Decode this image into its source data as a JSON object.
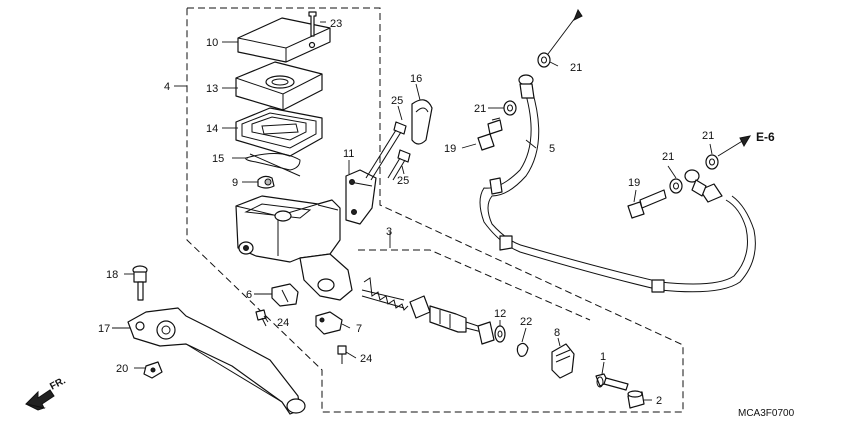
{
  "diagram_code": "MCA3F0700",
  "direction_label": "FR.",
  "ref_label": "E-6",
  "callouts": {
    "c1": "1",
    "c2": "2",
    "c3": "3",
    "c4": "4",
    "c5": "5",
    "c6": "6",
    "c7": "7",
    "c8": "8",
    "c9": "9",
    "c10": "10",
    "c11": "11",
    "c12": "12",
    "c13": "13",
    "c14": "14",
    "c15": "15",
    "c16": "16",
    "c17": "17",
    "c18": "18",
    "c19a": "19",
    "c19b": "19",
    "c20": "20",
    "c21a": "21",
    "c21b": "21",
    "c21c": "21",
    "c21d": "21",
    "c22": "22",
    "c23": "23",
    "c24a": "24",
    "c24b": "24",
    "c25a": "25",
    "c25b": "25"
  }
}
